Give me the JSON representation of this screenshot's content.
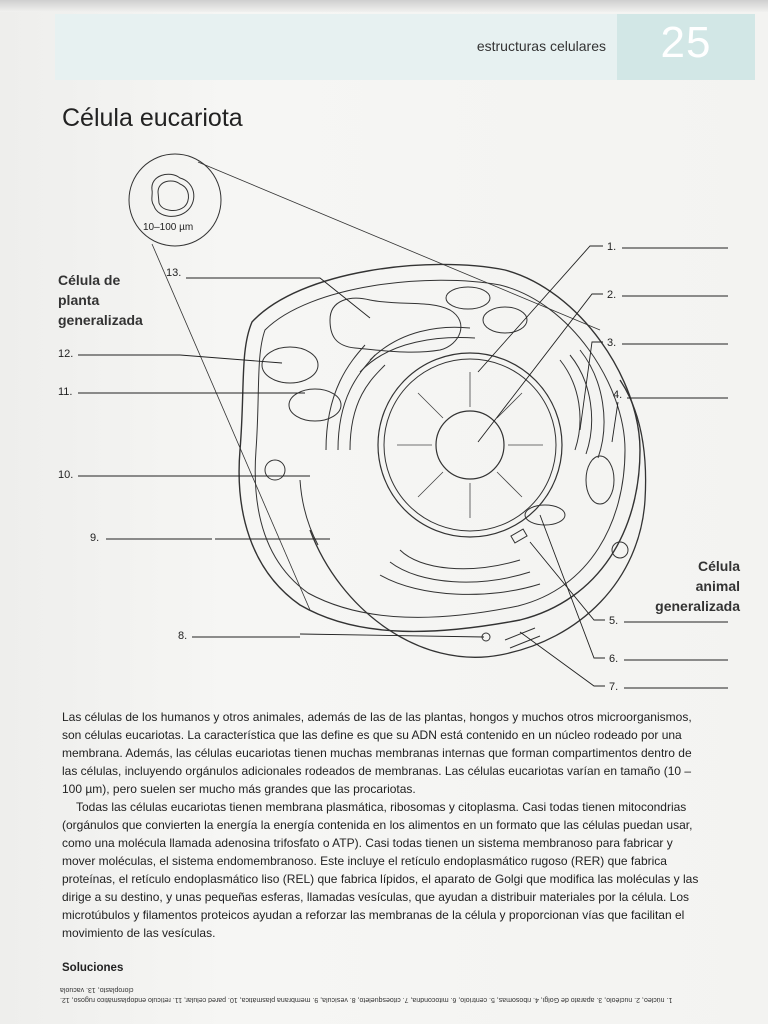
{
  "header": {
    "section": "estructuras celulares",
    "page_number": "25"
  },
  "title": "Célula eucariota",
  "scale_label": "10–100 µm",
  "plant_label": [
    "Célula de",
    "planta",
    "generalizada"
  ],
  "animal_label": [
    "Célula animal",
    "generalizada"
  ],
  "callouts": {
    "c1": "1.",
    "c2": "2.",
    "c3": "3.",
    "c4": "4.",
    "c5": "5.",
    "c6": "6.",
    "c7": "7.",
    "c8": "8.",
    "c9": "9.",
    "c10": "10.",
    "c11": "11.",
    "c12": "12.",
    "c13": "13."
  },
  "paragraphs": [
    "Las células de los humanos y otros animales, además de las de las plantas, hongos y muchos otros microorganismos, son células eucariotas. La característica que las define es que su ADN está contenido en un núcleo rodeado por una membrana. Además, las células eucariotas tienen muchas membranas internas que forman compartimentos dentro de las células, incluyendo orgánulos adicionales rodeados de membranas. Las células eucariotas varían en tamaño (10 –100 µm), pero suelen ser mucho más grandes que las procariotas.",
    "Todas las células eucariotas tienen membrana plasmática, ribosomas y citoplasma. Casi todas tienen mitocondrias (orgánulos que convierten la energía la energía contenida en los alimentos en un formato que las células puedan usar, como una molécula llamada adenosina trifosfato o ATP). Casi todas tienen un sistema membranoso para fabricar y mover moléculas, el sistema endomembranoso. Este incluye el retículo endoplasmático rugoso (RER) que fabrica proteínas, el retículo endoplasmático liso (REL) que fabrica lípidos, el aparato de Golgi que modifica las moléculas y las dirige a su destino, y unas pequeñas esferas, llamadas vesículas, que ayudan a distribuir materiales por la célula. Los microtúbulos y filamentos proteicos ayudan a reforzar las membranas de la célula y proporcionan vías que facilitan el movimiento de las vesículas."
  ],
  "solutions": {
    "heading": "Soluciones",
    "key": "1. núcleo, 2. nucléolo, 3. aparato de Golgi, 4. ribosomas, 5. centríolo, 6. mitocondria, 7. citoesqueleto, 8. vesícula, 9. membrana plasmática, 10. pared celular, 11. retículo endoplasmático rugoso, 12. cloroplasto, 13. vacuola"
  }
}
